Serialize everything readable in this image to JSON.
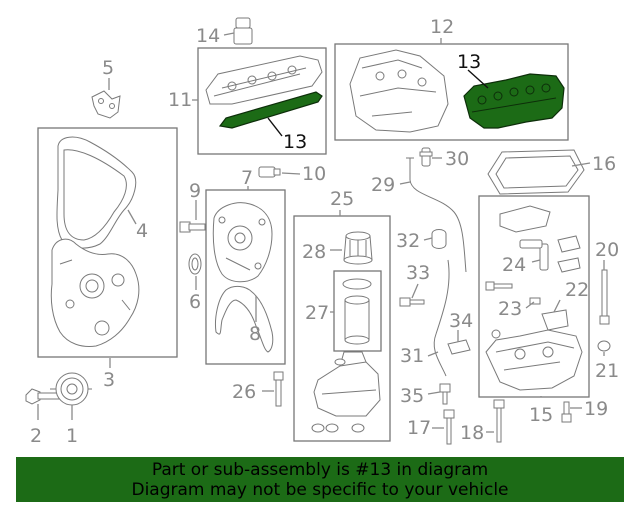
{
  "callouts": {
    "c1": "1",
    "c2": "2",
    "c3": "3",
    "c4": "4",
    "c5": "5",
    "c6": "6",
    "c7": "7",
    "c8": "8",
    "c9": "9",
    "c10": "10",
    "c11": "11",
    "c12": "12",
    "c13a": "13",
    "c13b": "13",
    "c14": "14",
    "c15": "15",
    "c16": "16",
    "c17": "17",
    "c18": "18",
    "c19": "19",
    "c20": "20",
    "c21": "21",
    "c22": "22",
    "c23": "23",
    "c24": "24",
    "c25": "25",
    "c26": "26",
    "c27": "27",
    "c28": "28",
    "c29": "29",
    "c30": "30",
    "c31": "31",
    "c32": "32",
    "c33": "33",
    "c34": "34",
    "c35": "35"
  },
  "highlight": {
    "part": "13",
    "color": "#1c6b16"
  },
  "banner": {
    "line1": "Part or sub-assembly is #13 in diagram",
    "line2": "Diagram may not be specific to your vehicle",
    "background": "#1c6b16"
  }
}
